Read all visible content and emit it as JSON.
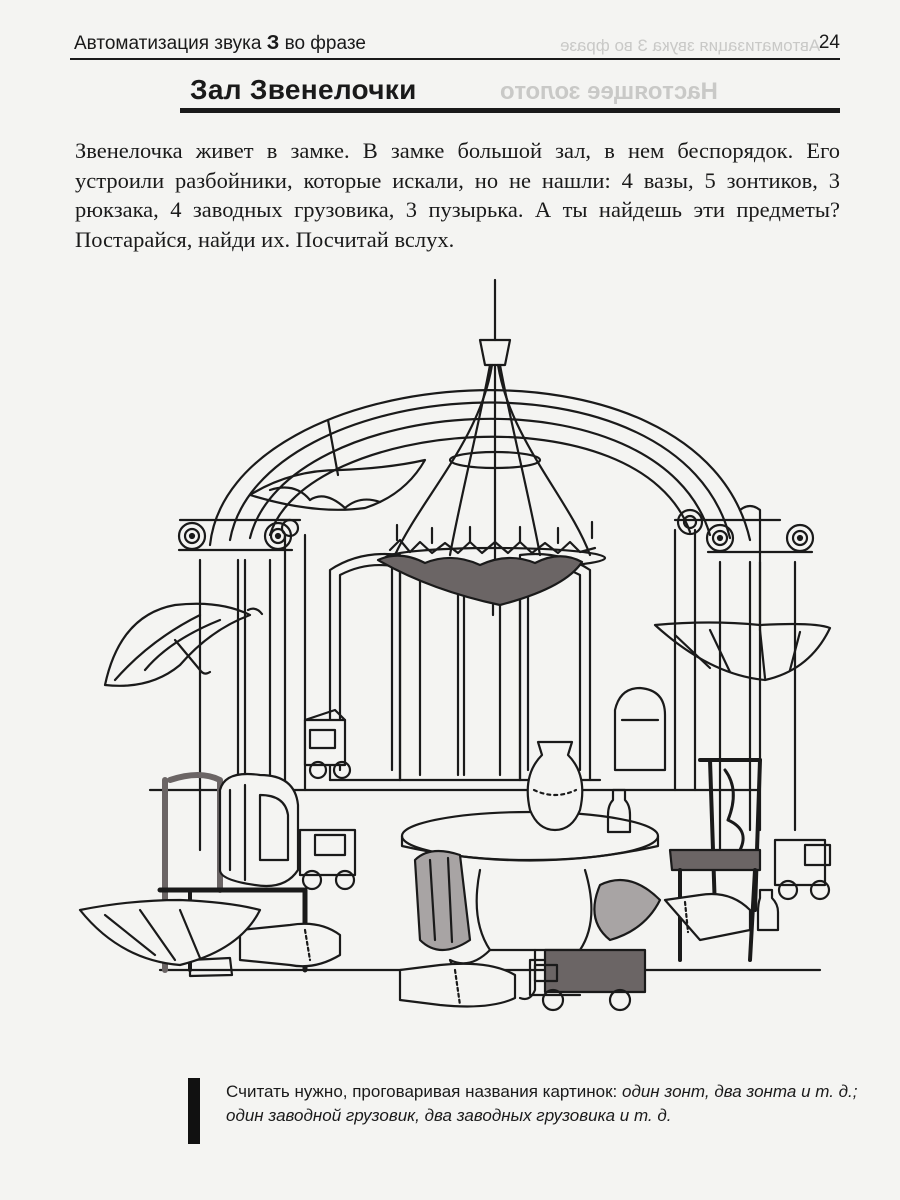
{
  "header": {
    "running_title_prefix": "Автоматизация звука",
    "running_title_sound": "З",
    "running_title_suffix": "во фразе",
    "page_number": "24"
  },
  "title": "Зал Звенелочки",
  "intro_text": "Звенелочка живет в замке. В замке большой зал, в нем беспорядок. Его устроили разбойники, которые искали, но не нашли: 4 вазы, 5 зонтиков, 3 рюкзака, 4 заводных грузовика, 3 пузырька. А ты найдешь эти предметы? Постарайся, найди их. Посчитай вслух.",
  "note": {
    "line1_plain": "Считать нужно, проговаривая названия картинок: ",
    "line1_italic": "один зонт, два зонта и т. д.;",
    "line2_italic": "один заводной грузовик, два заводных грузовика и т. д."
  },
  "bleed_through": {
    "running_title": "Автоматизация звука З во фразе",
    "heading": "Настоящее золото"
  },
  "colors": {
    "ink": "#1a1a1a",
    "paper": "#f4f4f2",
    "fill_dark": "#6b6565",
    "fill_mid": "#a8a4a4",
    "ghost": "#c9c9c7"
  }
}
